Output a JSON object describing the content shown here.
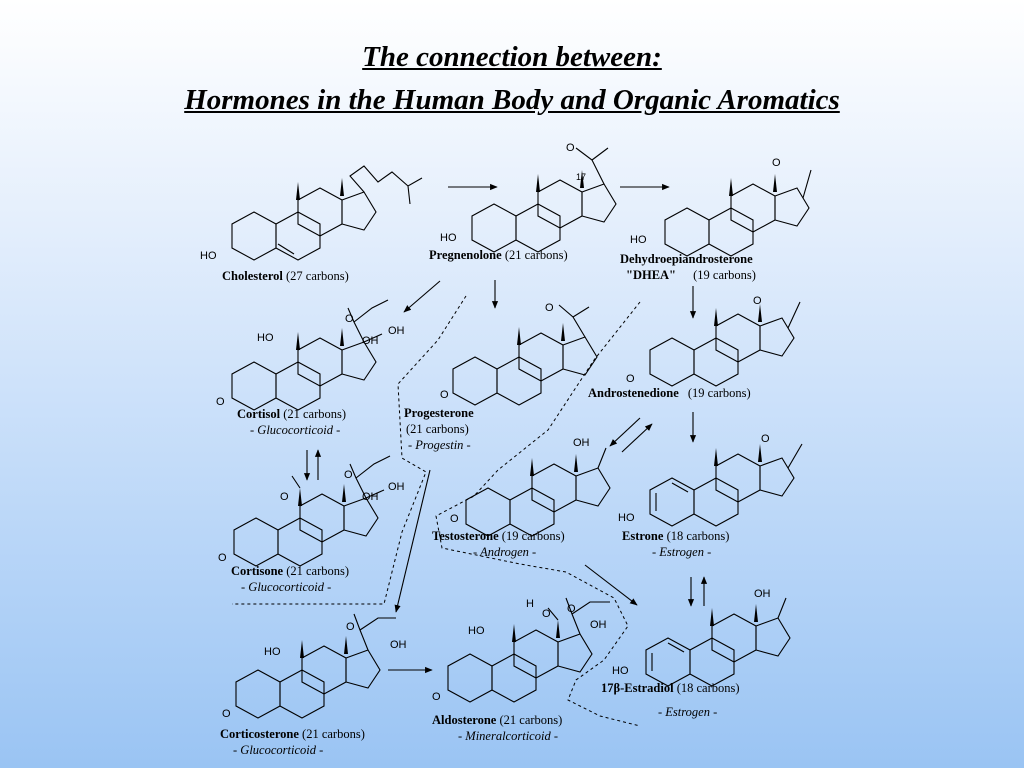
{
  "slide": {
    "title_line1": "The connection between: ",
    "title_line2": "Hormones in the Human Body and Organic Aromatics"
  },
  "compounds": [
    {
      "id": "cholesterol",
      "name": "Cholesterol",
      "carbons": "(27 carbons)",
      "class": "",
      "atoms": [
        "HO"
      ]
    },
    {
      "id": "pregnenolone",
      "name": "Pregnenolone",
      "carbons": "(21 carbons)",
      "class": "",
      "atoms": [
        "HO",
        "O",
        "17"
      ]
    },
    {
      "id": "dhea",
      "name": "Dehydroepiandrosterone",
      "name2": "\"DHEA\"",
      "carbons": "(19 carbons)",
      "class": "",
      "atoms": [
        "HO",
        "O"
      ]
    },
    {
      "id": "cortisol",
      "name": "Cortisol",
      "carbons": "(21 carbons)",
      "class": "- Glucocorticoid -",
      "atoms": [
        "HO",
        "O",
        "O",
        "OH",
        "OH"
      ]
    },
    {
      "id": "progesterone",
      "name": "Progesterone",
      "carbons": "(21 carbons)",
      "class": "- Progestin -",
      "atoms": [
        "O",
        "O"
      ]
    },
    {
      "id": "androstenedione",
      "name": "Androstenedione",
      "carbons": "(19 carbons)",
      "class": "",
      "atoms": [
        "O",
        "O"
      ]
    },
    {
      "id": "cortisone",
      "name": "Cortisone",
      "carbons": "(21 carbons)",
      "class": "- Glucocorticoid -",
      "atoms": [
        "O",
        "O",
        "O",
        "OH",
        "OH"
      ]
    },
    {
      "id": "testosterone",
      "name": "Testosterone",
      "carbons": "(19 carbons)",
      "class": "- Androgen -",
      "atoms": [
        "O",
        "OH"
      ]
    },
    {
      "id": "estrone",
      "name": "Estrone",
      "carbons": "(18 carbons)",
      "class": "- Estrogen -",
      "atoms": [
        "HO",
        "O"
      ]
    },
    {
      "id": "corticosterone",
      "name": "Corticosterone",
      "carbons": "(21 carbons)",
      "class": "- Glucocorticoid -",
      "atoms": [
        "HO",
        "O",
        "O",
        "OH"
      ]
    },
    {
      "id": "aldosterone",
      "name": "Aldosterone",
      "carbons": "(21 carbons)",
      "class": "- Mineralcorticoid -",
      "atoms": [
        "HO",
        "O",
        "O",
        "O",
        "H",
        "OH"
      ]
    },
    {
      "id": "estradiol",
      "name": "17β-Estradiol",
      "carbons": "(18 carbons)",
      "class": "- Estrogen -",
      "atoms": [
        "HO",
        "OH"
      ]
    }
  ]
}
